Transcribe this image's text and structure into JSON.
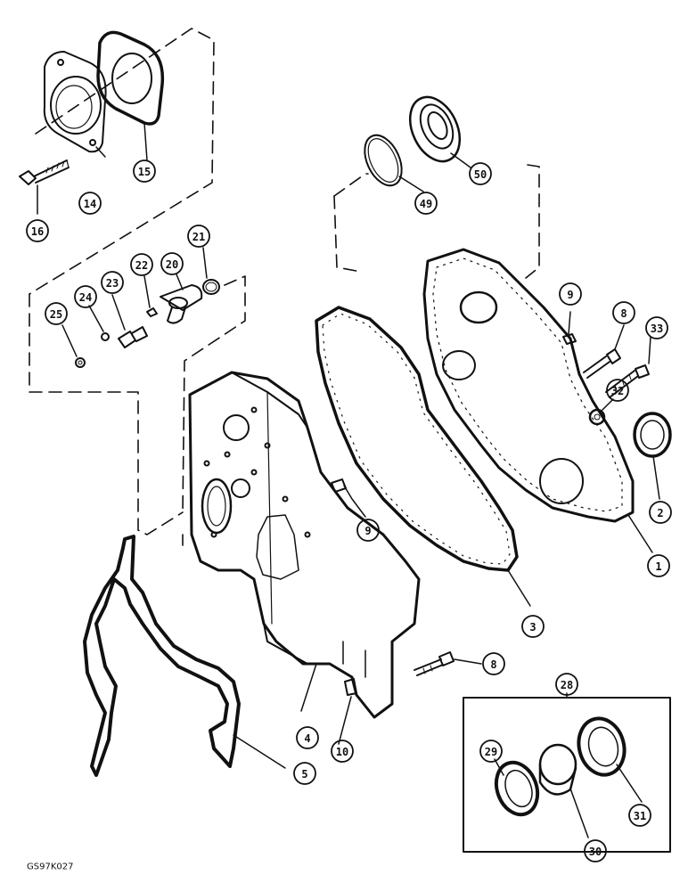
{
  "figure": {
    "code": "GS97K027"
  },
  "callouts": {
    "c1": "1",
    "c2": "2",
    "c3": "3",
    "c4": "4",
    "c5": "5",
    "c8a": "8",
    "c8b": "8",
    "c9a": "9",
    "c9b": "9",
    "c10": "10",
    "c14": "14",
    "c15": "15",
    "c16": "16",
    "c20": "20",
    "c21": "21",
    "c22": "22",
    "c23": "23",
    "c24": "24",
    "c25": "25",
    "c28": "28",
    "c29": "29",
    "c30": "30",
    "c31": "31",
    "c32": "32",
    "c33": "33",
    "c49": "49",
    "c50": "50"
  },
  "colors": {
    "ink": "#111111",
    "paper": "#ffffff"
  }
}
